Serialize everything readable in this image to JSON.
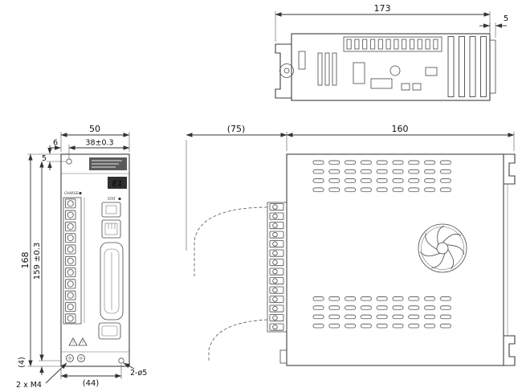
{
  "dims": {
    "top_width": "173",
    "top_flange": "5",
    "side_clearance": "(75)",
    "side_depth": "160",
    "front_width": "50",
    "front_hole_x": "38±0.3",
    "front_edge_x": "6",
    "front_edge_y": "5",
    "front_height": "168",
    "front_hole_y": "159 ±0.3",
    "front_bottom": "(4)",
    "front_bottom_w": "(44)",
    "front_screws": "2 x M4",
    "front_holes": "2-ø5"
  },
  "device": {
    "logo": "E1",
    "led_charge": "CHARGE",
    "led_stat": "STAT"
  }
}
